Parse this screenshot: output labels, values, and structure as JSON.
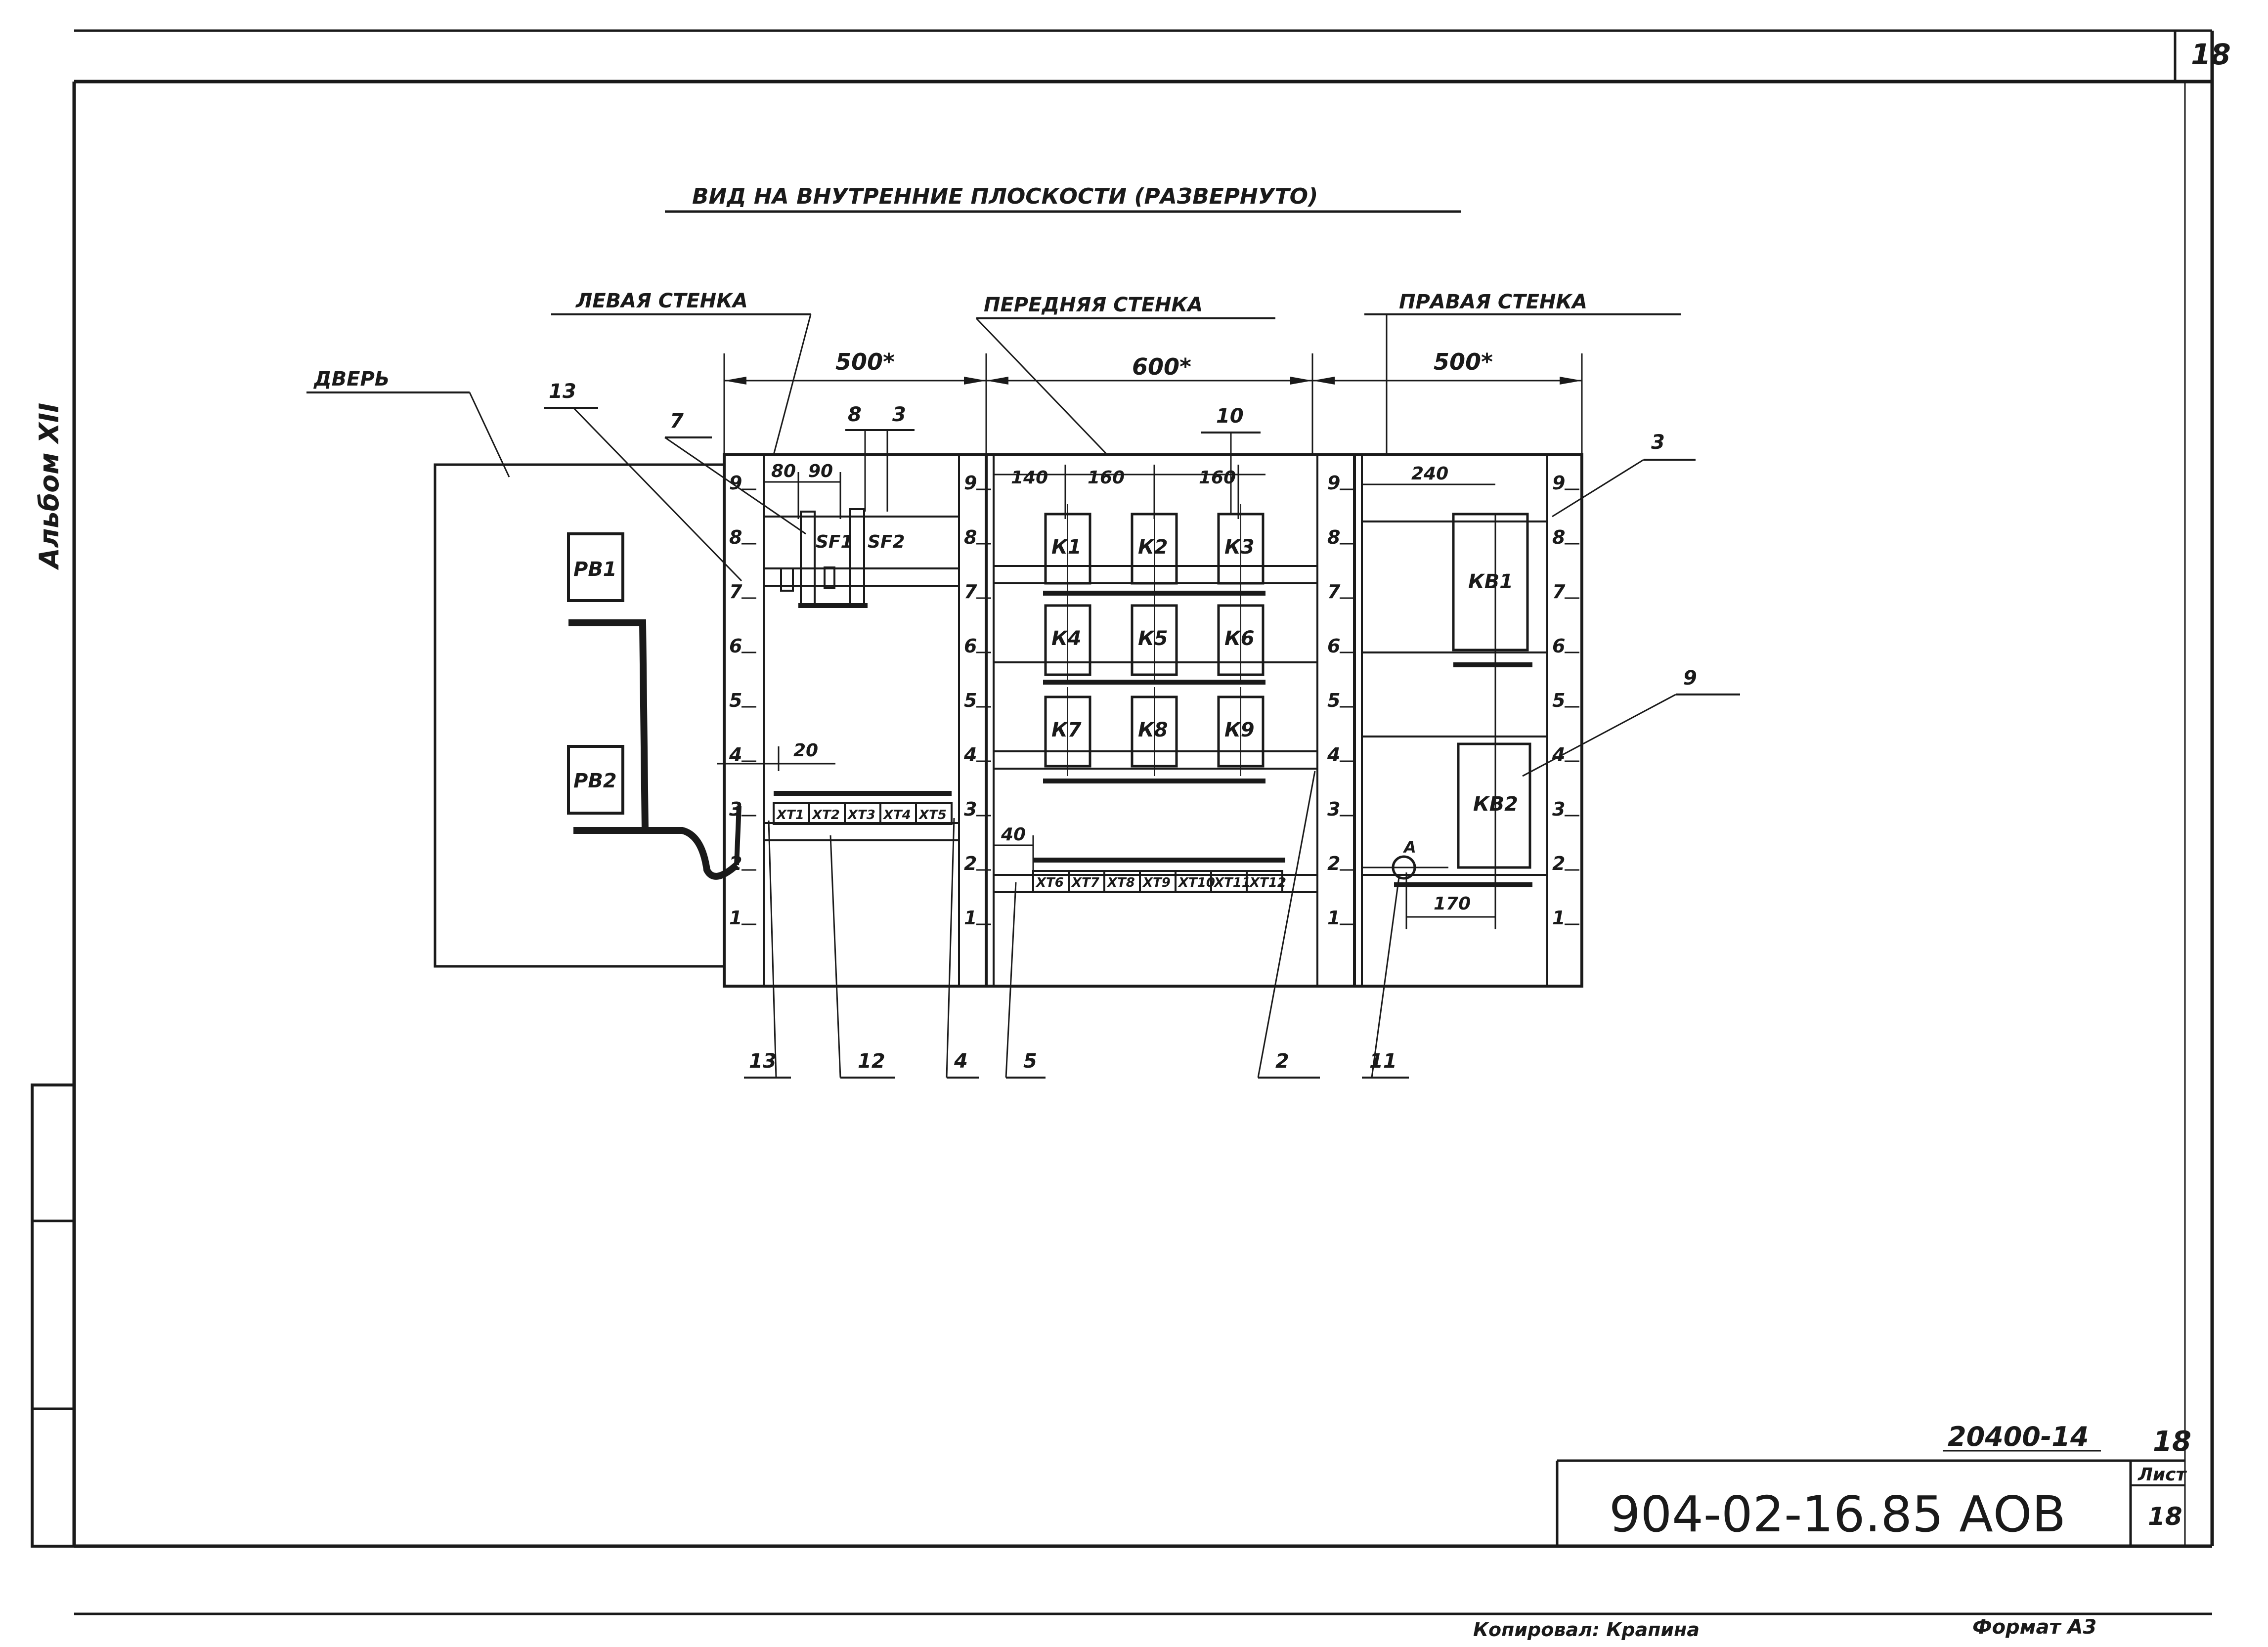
{
  "title": "ВИД НА ВНУТРЕННИЕ ПЛОСКОСТИ (РАЗВЕРНУТО)",
  "side_label": "Альбом XII",
  "sheet_corner": "18",
  "walls": {
    "left": "ЛЕВАЯ СТЕНКА",
    "front": "ПЕРЕДНЯЯ СТЕНКА",
    "right": "ПРАВАЯ СТЕНКА",
    "door": "ДВЕРЬ"
  },
  "dims": {
    "left_width": "500*",
    "front_width": "600*",
    "right_width": "500*",
    "d80": "80",
    "d90": "90",
    "d140": "140",
    "d160a": "160",
    "d160b": "160",
    "d240": "240",
    "d170": "170",
    "d20": "20",
    "d40": "40"
  },
  "scale_ticks": [
    "1",
    "2",
    "3",
    "4",
    "5",
    "6",
    "7",
    "8",
    "9"
  ],
  "devices": {
    "door": [
      "РВ1",
      "РВ2"
    ],
    "left": [
      "SF1",
      "SF2"
    ],
    "front": [
      "К1",
      "К2",
      "К3",
      "К4",
      "К5",
      "К6",
      "К7",
      "К8",
      "К9"
    ],
    "right": [
      "КВ1",
      "КВ2"
    ],
    "terminals_left": [
      "ХТ1",
      "ХТ2",
      "ХТ3",
      "ХТ4",
      "ХТ5"
    ],
    "terminals_front": [
      "ХТ6",
      "ХТ7",
      "ХТ8",
      "ХТ9",
      "ХТ10",
      "ХТ11",
      "ХТ12"
    ],
    "earth_mark": "А"
  },
  "callouts": {
    "c13a": "13",
    "c7": "7",
    "c8": "8",
    "c3a": "3",
    "c10": "10",
    "c3b": "3",
    "c9": "9",
    "b13": "13",
    "b12": "12",
    "b4": "4",
    "b5": "5",
    "b2": "2",
    "b11": "11"
  },
  "stamp": {
    "code_small": "20400-14",
    "sheet_small": "18",
    "code": "904-02-16.85 АОВ",
    "sheet_label": "Лист",
    "sheet": "18"
  },
  "footer": {
    "copied": "Копировал: Крапина",
    "format": "Формат А3"
  }
}
